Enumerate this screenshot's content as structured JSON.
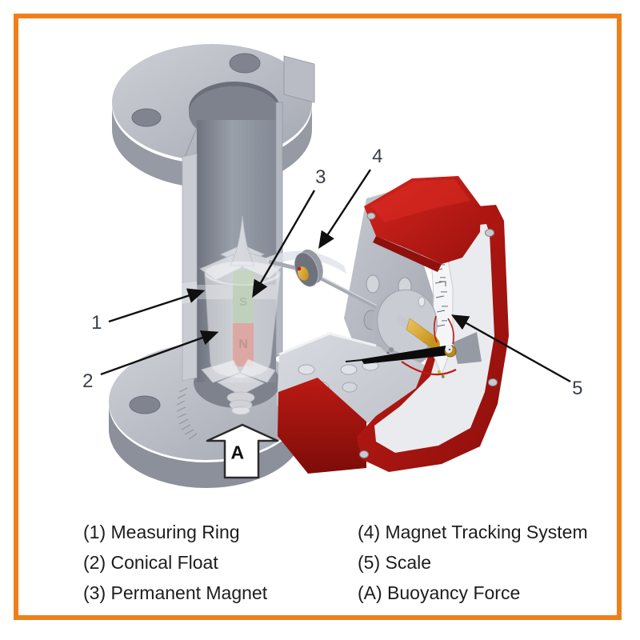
{
  "frame": {
    "border_color": "#EF7F1B"
  },
  "diagram": {
    "callouts": {
      "c1": "1",
      "c2": "2",
      "c3": "3",
      "c4": "4",
      "c5": "5",
      "cA": "A"
    },
    "magnet": {
      "south_label": "S",
      "north_label": "N"
    },
    "colors": {
      "housing_red": "#BE1814",
      "magnet_green": "#7FA377",
      "magnet_red": "#B95048",
      "gold": "#D9A62B",
      "metal_gray": "#AEB2BB"
    }
  },
  "legend": {
    "left": [
      {
        "label": "(1) Measuring Ring"
      },
      {
        "label": "(2) Conical Float"
      },
      {
        "label": "(3) Permanent Magnet"
      }
    ],
    "right": [
      {
        "label": "(4) Magnet Tracking System"
      },
      {
        "label": "(5) Scale"
      },
      {
        "label": "(A) Buoyancy Force"
      }
    ]
  }
}
